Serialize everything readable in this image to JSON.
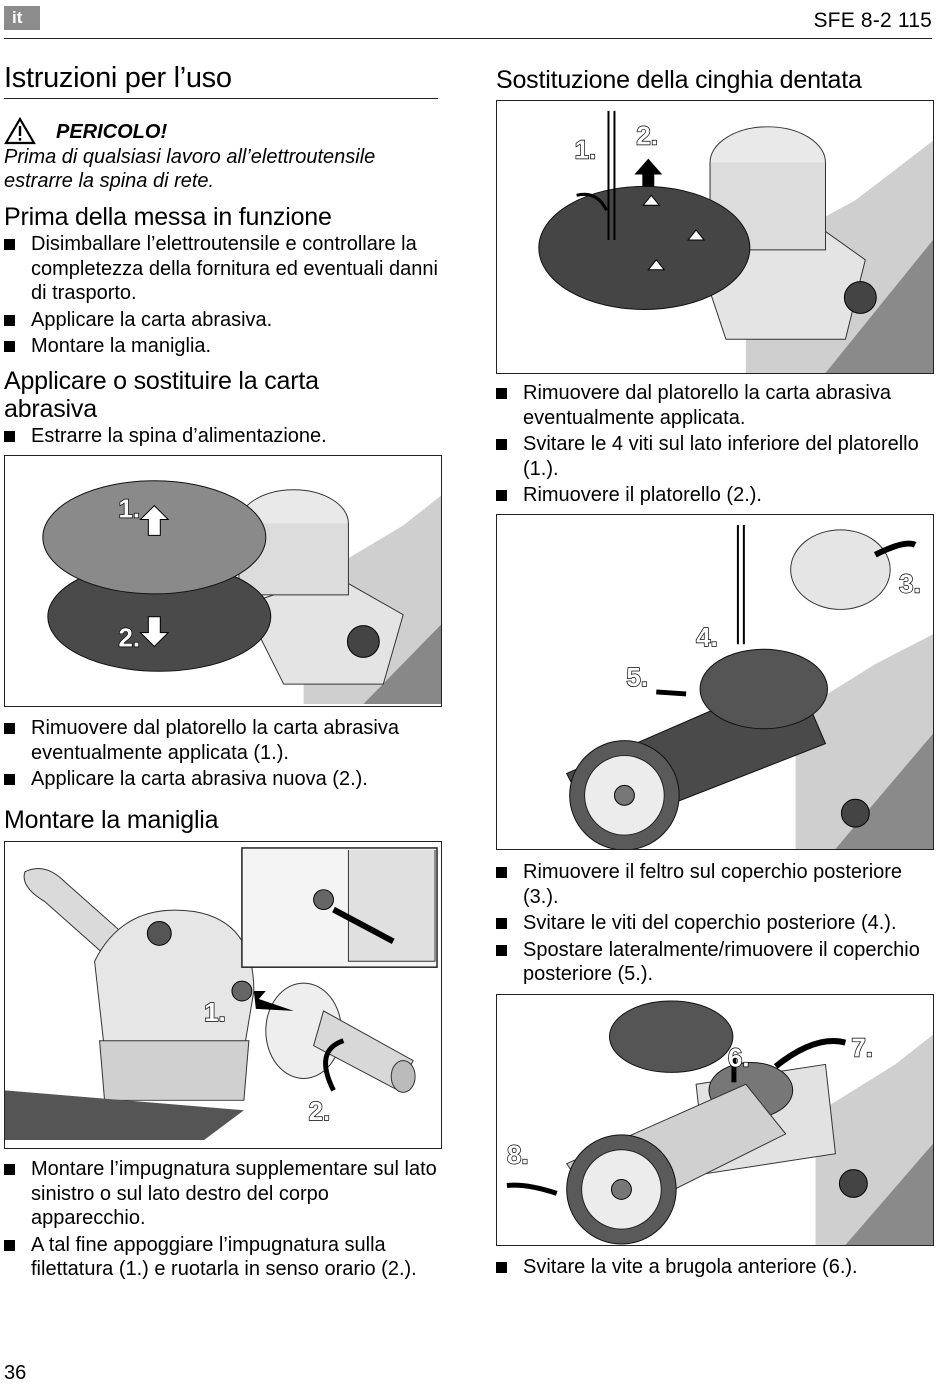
{
  "header": {
    "lang": "it",
    "model": "SFE 8-2 115"
  },
  "left": {
    "title": "Istruzioni per l’uso",
    "danger": {
      "label": "PERICOLO!",
      "text1": "Prima di qualsiasi lavoro all’elettroutensile",
      "text2": "estrarre la spina di rete."
    },
    "sec1": {
      "heading": "Prima della messa in funzione",
      "items": [
        "Disimballare l’elettroutensile e controllare la completezza della fornitura ed eventuali danni di trasporto.",
        "Applicare la carta abrasiva.",
        "Montare la maniglia."
      ]
    },
    "sec2": {
      "heading_line1": "Applicare o sostituire la carta",
      "heading_line2": "abrasiva",
      "items_pre": [
        "Estrarre la spina d’alimentazione."
      ],
      "fig_labels": [
        "1.",
        "2."
      ],
      "items_post": [
        "Rimuovere dal platorello la carta abrasiva eventualmente applicata (1.).",
        "Applicare la carta abrasiva nuova (2.)."
      ]
    },
    "sec3": {
      "heading": "Montare la maniglia",
      "fig_labels": [
        "1.",
        "2."
      ],
      "items": [
        "Montare l’impugnatura supplementare sul lato sinistro o sul lato destro del corpo apparecchio.",
        "A tal fine appoggiare l’impugnatura sulla filettatura (1.) e ruotarla in senso orario (2.)."
      ]
    }
  },
  "right": {
    "heading": "Sostituzione della cinghia dentata",
    "fig1_labels": [
      "1.",
      "2."
    ],
    "items1": [
      "Rimuovere dal platorello la carta abrasiva eventualmente applicata.",
      "Svitare le 4 viti sul lato inferiore del platorello (1.).",
      "Rimuovere il platorello (2.)."
    ],
    "fig2_labels": [
      "3.",
      "4.",
      "5."
    ],
    "items2": [
      "Rimuovere il feltro sul coperchio posteriore (3.).",
      "Svitare le viti del coperchio posteriore (4.).",
      "Spostare lateralmente/rimuovere il coperchio posteriore (5.)."
    ],
    "fig3_labels": [
      "6.",
      "7.",
      "8."
    ],
    "items3": [
      "Svitare la vite a brugola anteriore (6.)."
    ]
  },
  "footer": {
    "page": "36"
  }
}
